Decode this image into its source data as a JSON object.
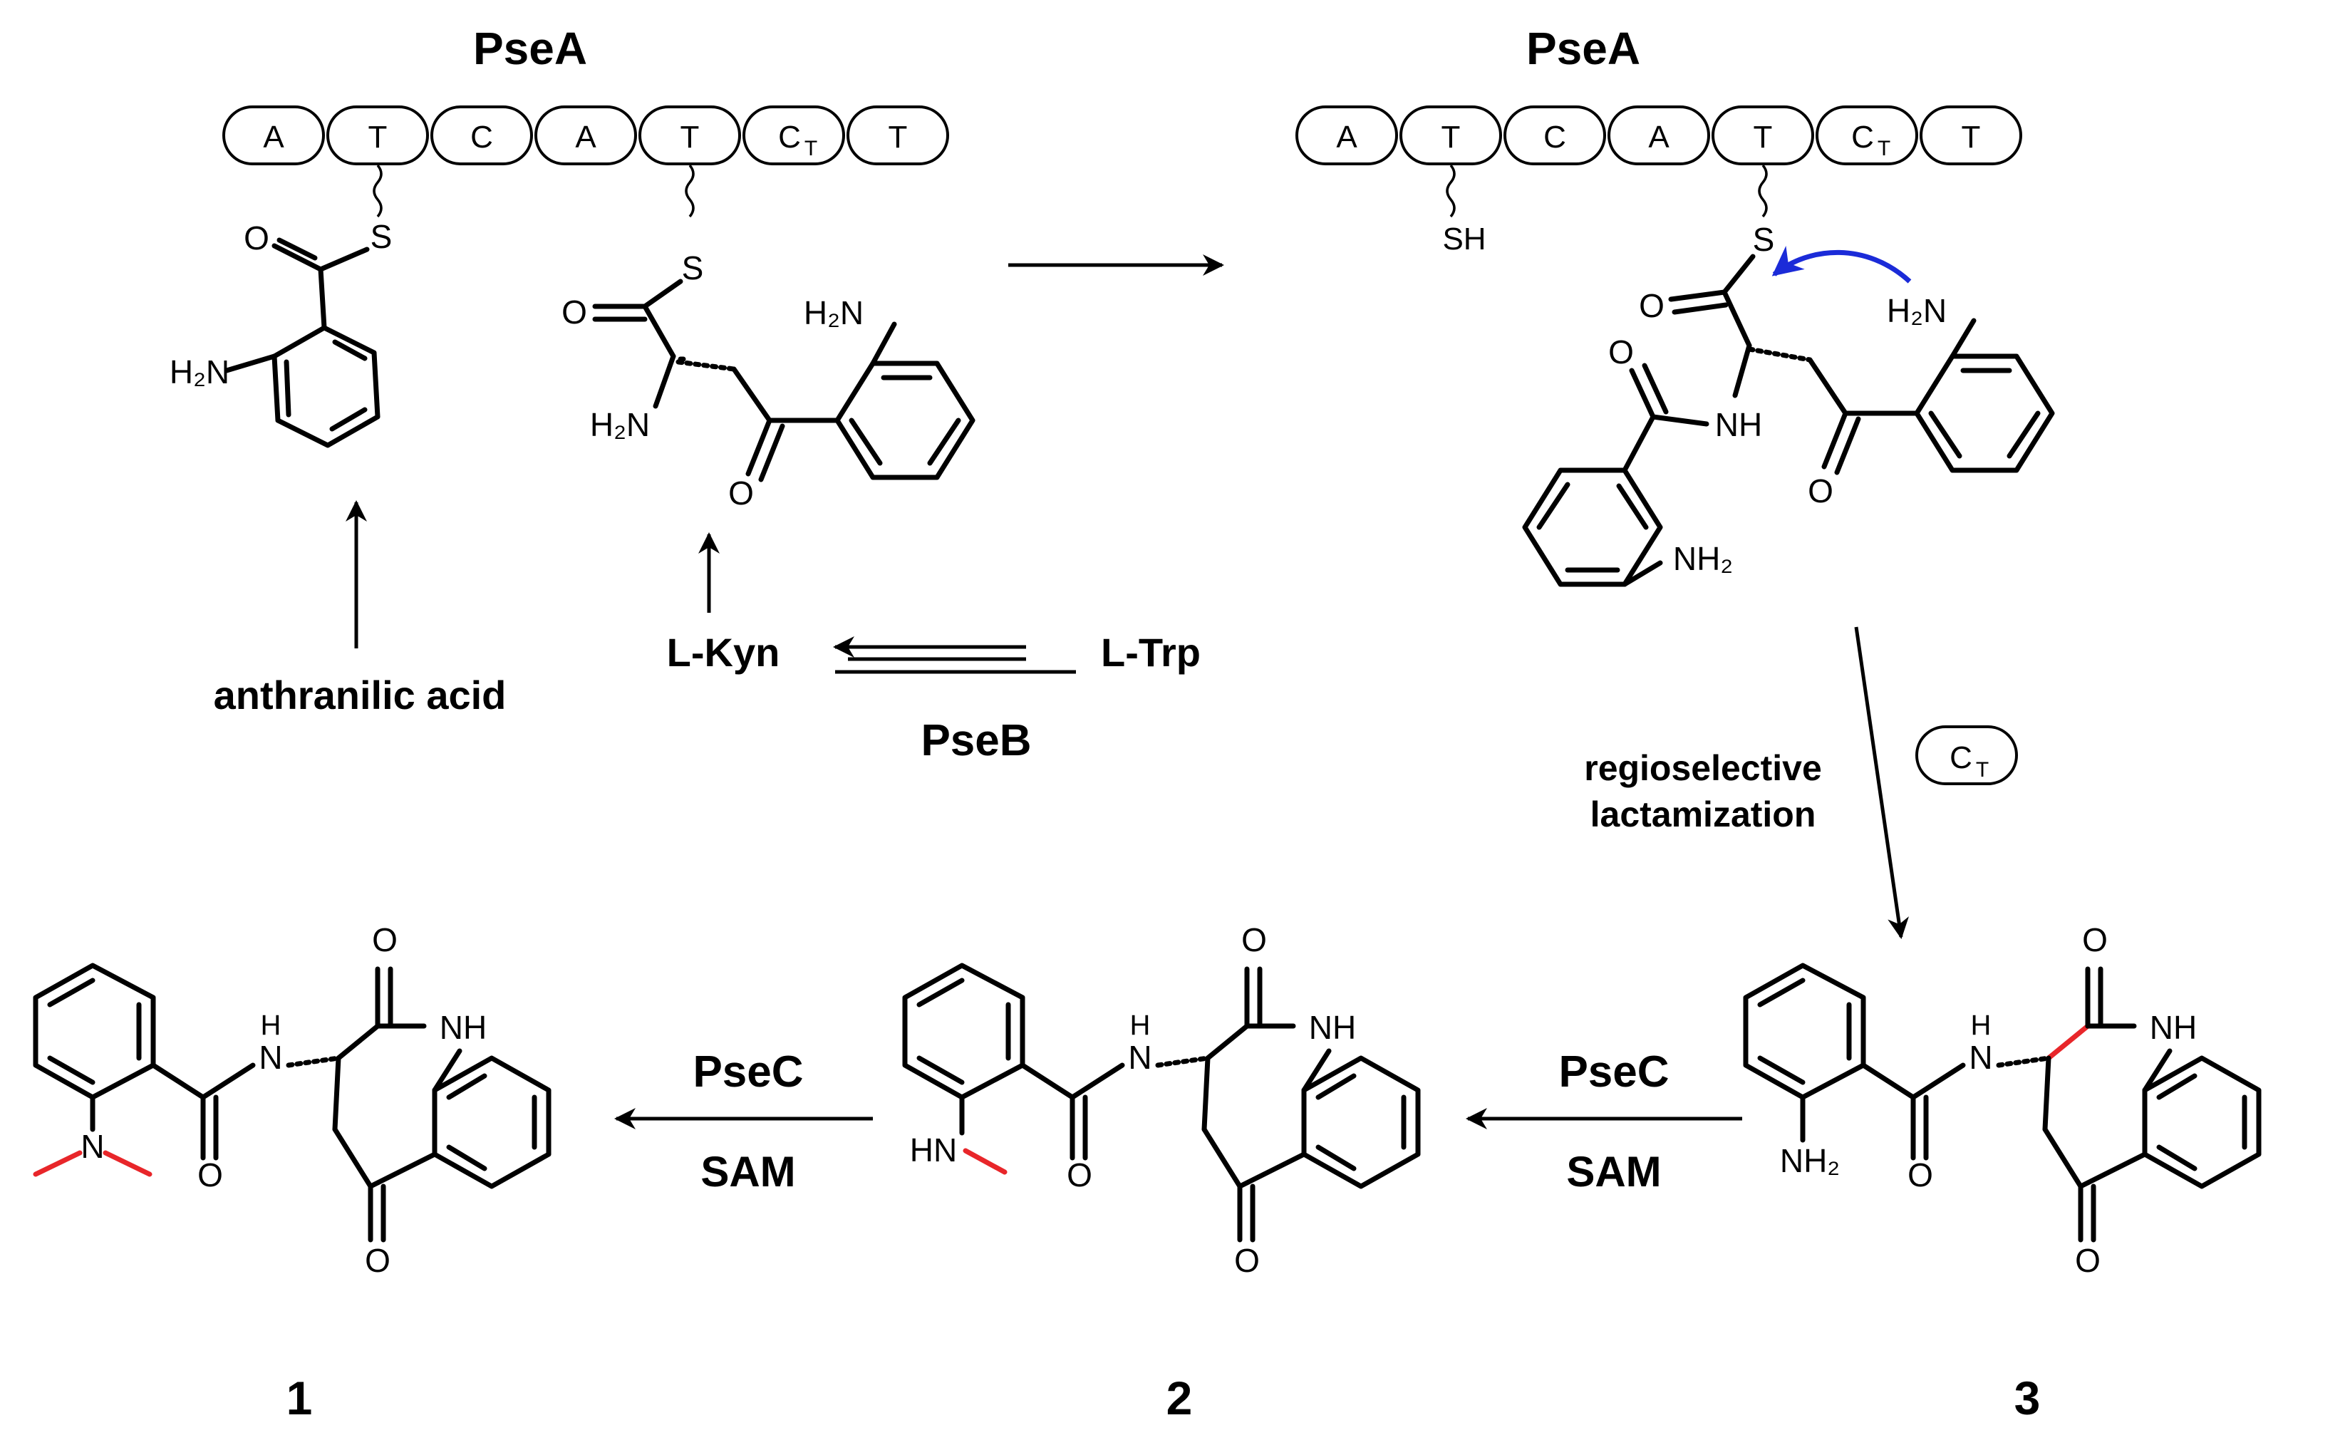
{
  "title_left": "PseA",
  "title_right": "PseA",
  "modules": [
    "A",
    "T",
    "C",
    "A",
    "T",
    "C",
    "T"
  ],
  "ct_label": "C",
  "ct_sub": "T",
  "atoms": {
    "O": "O",
    "S": "S",
    "SH": "SH",
    "NH": "NH",
    "N": "N",
    "H": "H",
    "H2N": "H₂N",
    "NH2": "NH₂",
    "HN": "HN"
  },
  "labels": {
    "anthranilic": "anthranilic acid",
    "lkyn": "L-Kyn",
    "ltrp": "L-Trp",
    "pseb": "PseB",
    "regio1": "regioselective",
    "regio2": "lactamization",
    "psec1": "PseC",
    "sam1": "SAM",
    "psec2": "PseC",
    "sam2": "SAM"
  },
  "compounds": [
    "1",
    "2",
    "3"
  ],
  "colors": {
    "methyl_bond": "#e8262a",
    "attack_arrow": "#1b2bd8"
  }
}
